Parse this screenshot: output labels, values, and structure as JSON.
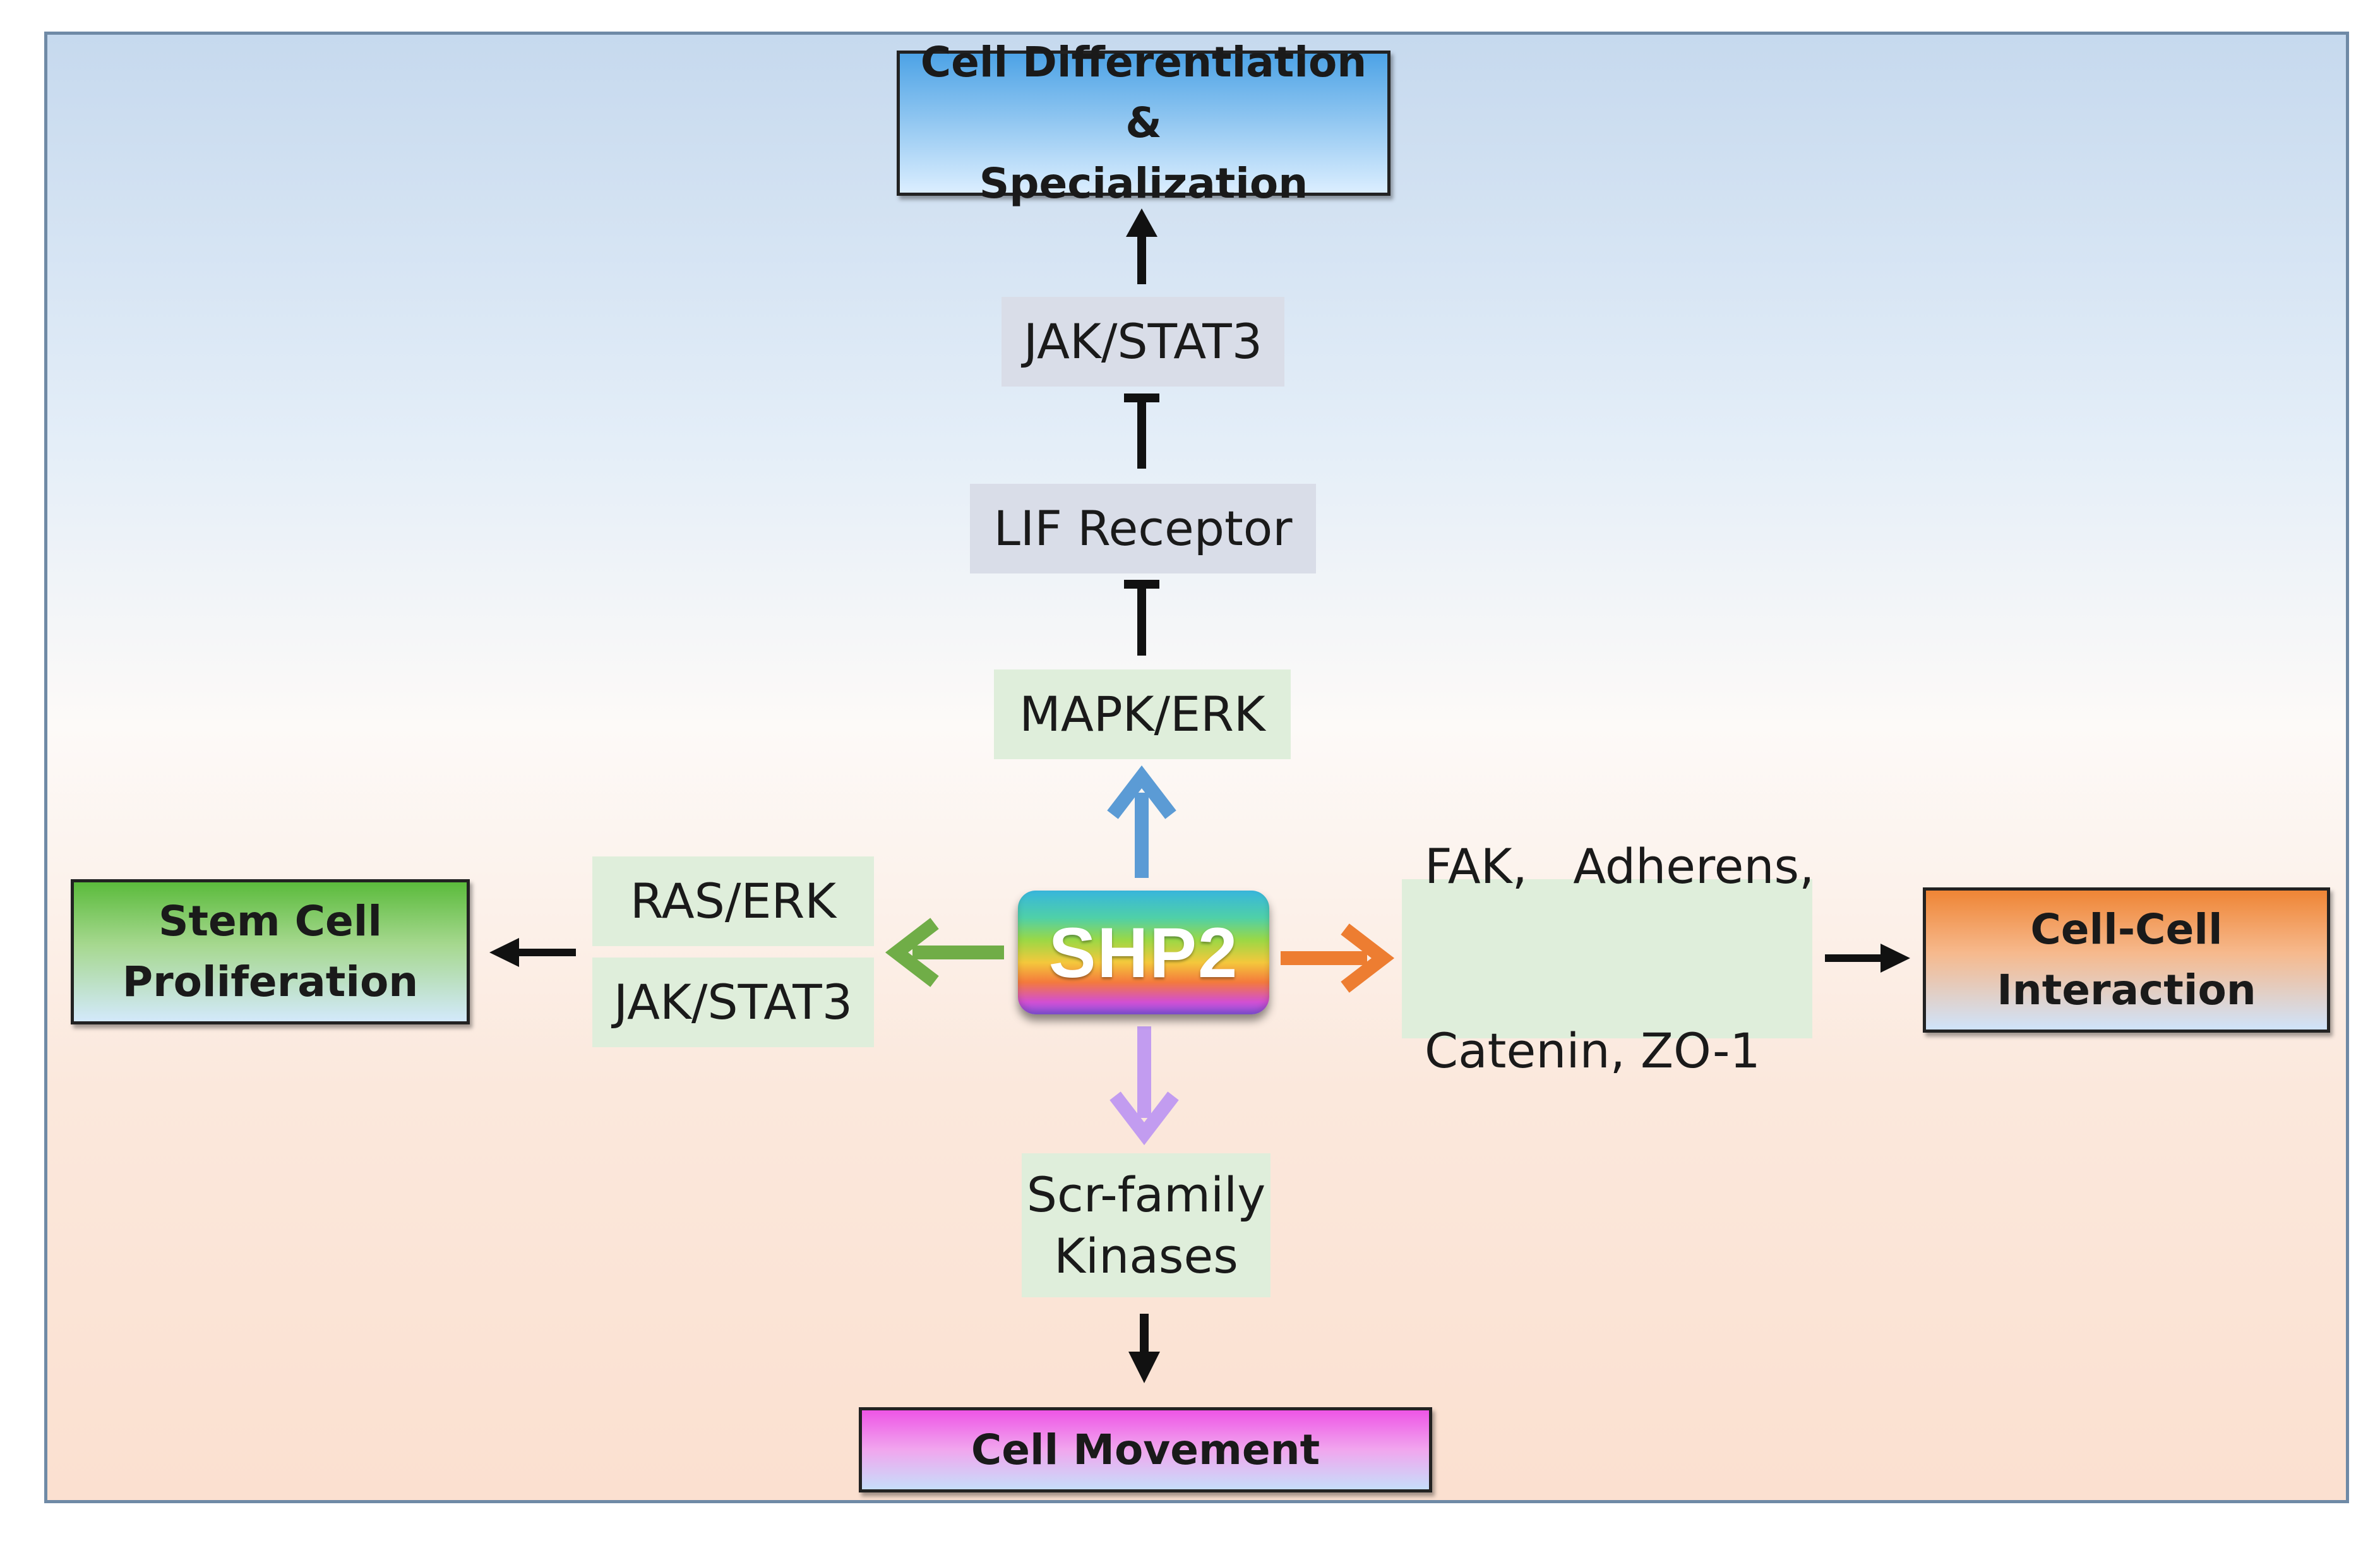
{
  "center": {
    "label": "SHP2"
  },
  "outcomes": {
    "top": [
      "Cell Differentiation &",
      "Specialization"
    ],
    "left": [
      "Stem Cell",
      "Proliferation"
    ],
    "right": [
      "Cell-Cell",
      "Interaction"
    ],
    "bottom": "Cell Movement"
  },
  "pathways": {
    "mapk_erk": "MAPK/ERK",
    "lif_receptor": "LIF Receptor",
    "jak_stat3_top": "JAK/STAT3",
    "ras_erk": "RAS/ERK",
    "jak_stat3_left": "JAK/STAT3",
    "fak_group": [
      "FAK,   Adherens,",
      "Catenin, ZO-1"
    ],
    "scr_family": [
      "Scr-family",
      "Kinases"
    ]
  },
  "colors": {
    "up_arrow": "#5b9bd5",
    "left_arrow": "#70ad47",
    "right_arrow": "#ed7d31",
    "down_arrow": "#c29cf0",
    "black": "#111111"
  }
}
